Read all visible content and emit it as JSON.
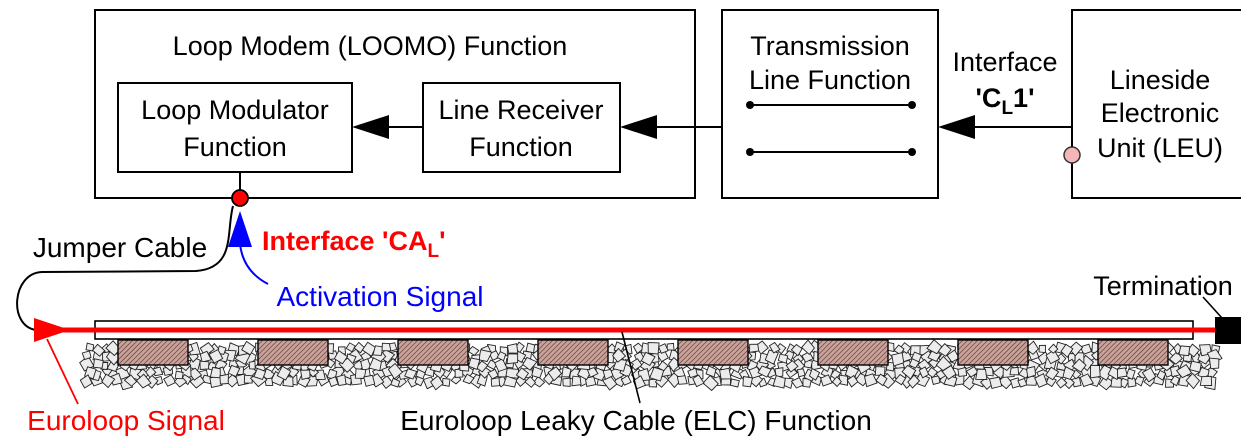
{
  "loomo": {
    "title": "Loop Modem (LOOMO) Function"
  },
  "loop_modulator": {
    "line1": "Loop Modulator",
    "line2": "Function"
  },
  "line_receiver": {
    "line1": "Line Receiver",
    "line2": "Function"
  },
  "transmission_line": {
    "line1": "Transmission",
    "line2": "Line Function"
  },
  "leu": {
    "line1": "Lineside",
    "line2": "Electronic",
    "line3": "Unit (LEU)"
  },
  "interface_cl1": {
    "label": "Interface",
    "code_prefix": "'C",
    "code_sub": "L",
    "code_suffix": "1'"
  },
  "interface_cal": {
    "prefix": "Interface 'CA",
    "sub": "L",
    "suffix": "'"
  },
  "jumper_cable": {
    "label": "Jumper Cable"
  },
  "activation_signal": {
    "label": "Activation Signal"
  },
  "termination": {
    "label": "Termination"
  },
  "euroloop_signal": {
    "label": "Euroloop Signal"
  },
  "elc": {
    "label": "Euroloop Leaky Cable (ELC) Function"
  },
  "colors": {
    "euroloop_signal": "#ff0000",
    "interface_cal": "#ff0000",
    "activation_signal": "#0000ff",
    "interface_cal_point": "#ff0000",
    "interface_cl1_point": "#f4b6b6",
    "sleeper": "#c9a39a",
    "sleeper_hatch": "#6e4b43",
    "ballast": "#ececec",
    "termination": "#000000"
  }
}
